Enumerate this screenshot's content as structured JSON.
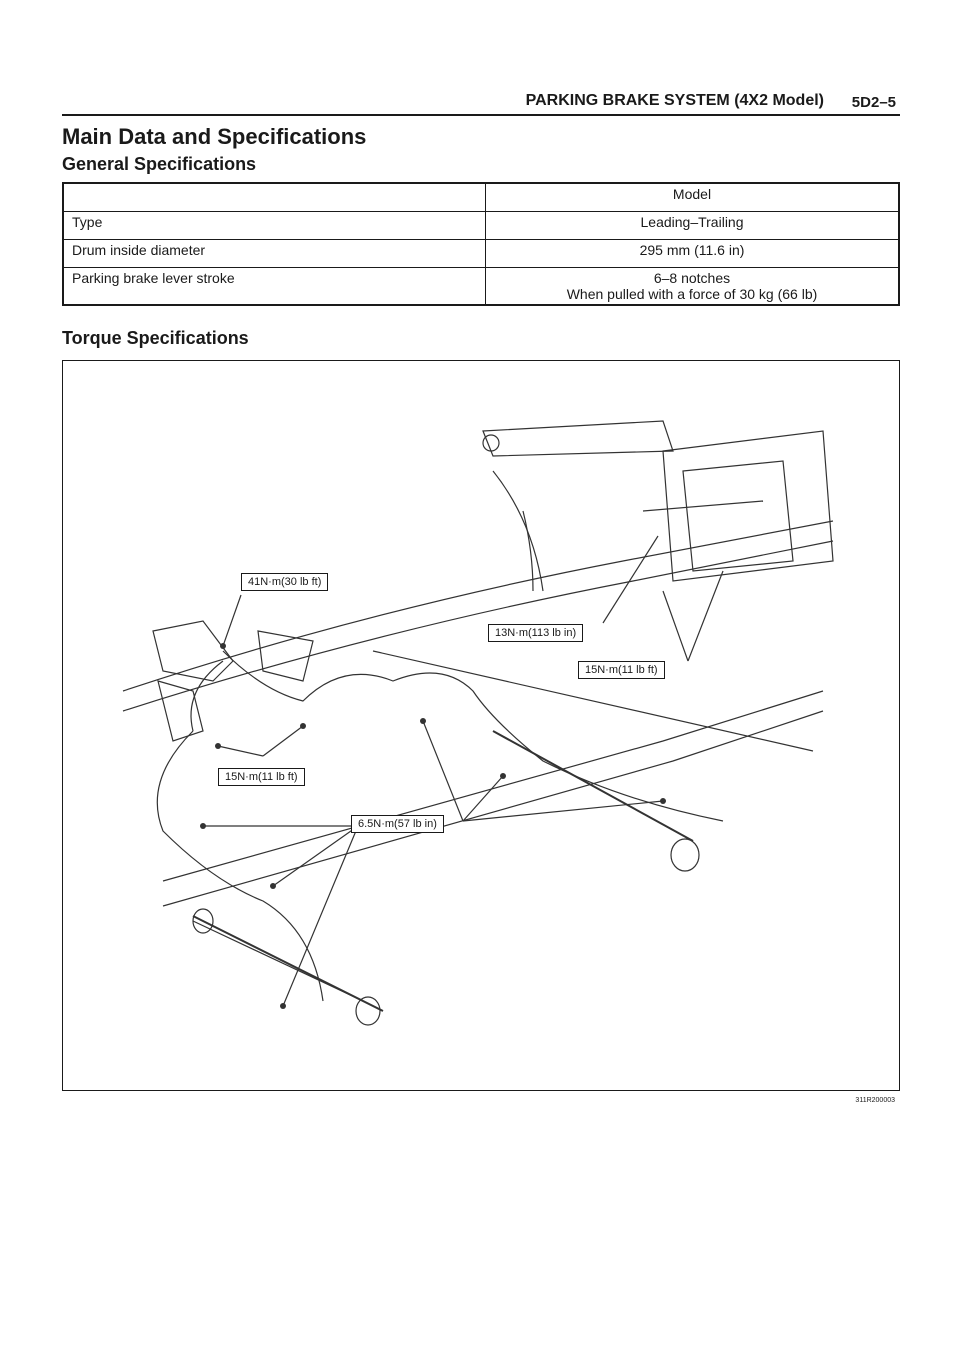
{
  "header": {
    "section_title": "PARKING BRAKE SYSTEM (4X2 Model)",
    "page_number": "5D2–5"
  },
  "main_title": "Main Data and Specifications",
  "general_title": "General Specifications",
  "table": {
    "header": {
      "col1": "",
      "col2": "Model"
    },
    "rows": [
      {
        "label": "Type",
        "value": "Leading–Trailing",
        "value2": ""
      },
      {
        "label": "Drum inside diameter",
        "value": "295 mm (11.6  in)",
        "value2": ""
      },
      {
        "label": "Parking brake lever stroke",
        "value": "6–8 notches",
        "value2": "When pulled with a force of 30  kg (66  lb)"
      }
    ]
  },
  "torque_title": "Torque Specifications",
  "figure": {
    "callouts": {
      "c41": "41N·m(30 lb ft)",
      "c13": "13N·m(113 lb in)",
      "c15a": "15N·m(11 lb ft)",
      "c15b": "15N·m(11 lb ft)",
      "c65": "6.5N·m(57 lb in)"
    },
    "code": "311R200003"
  }
}
